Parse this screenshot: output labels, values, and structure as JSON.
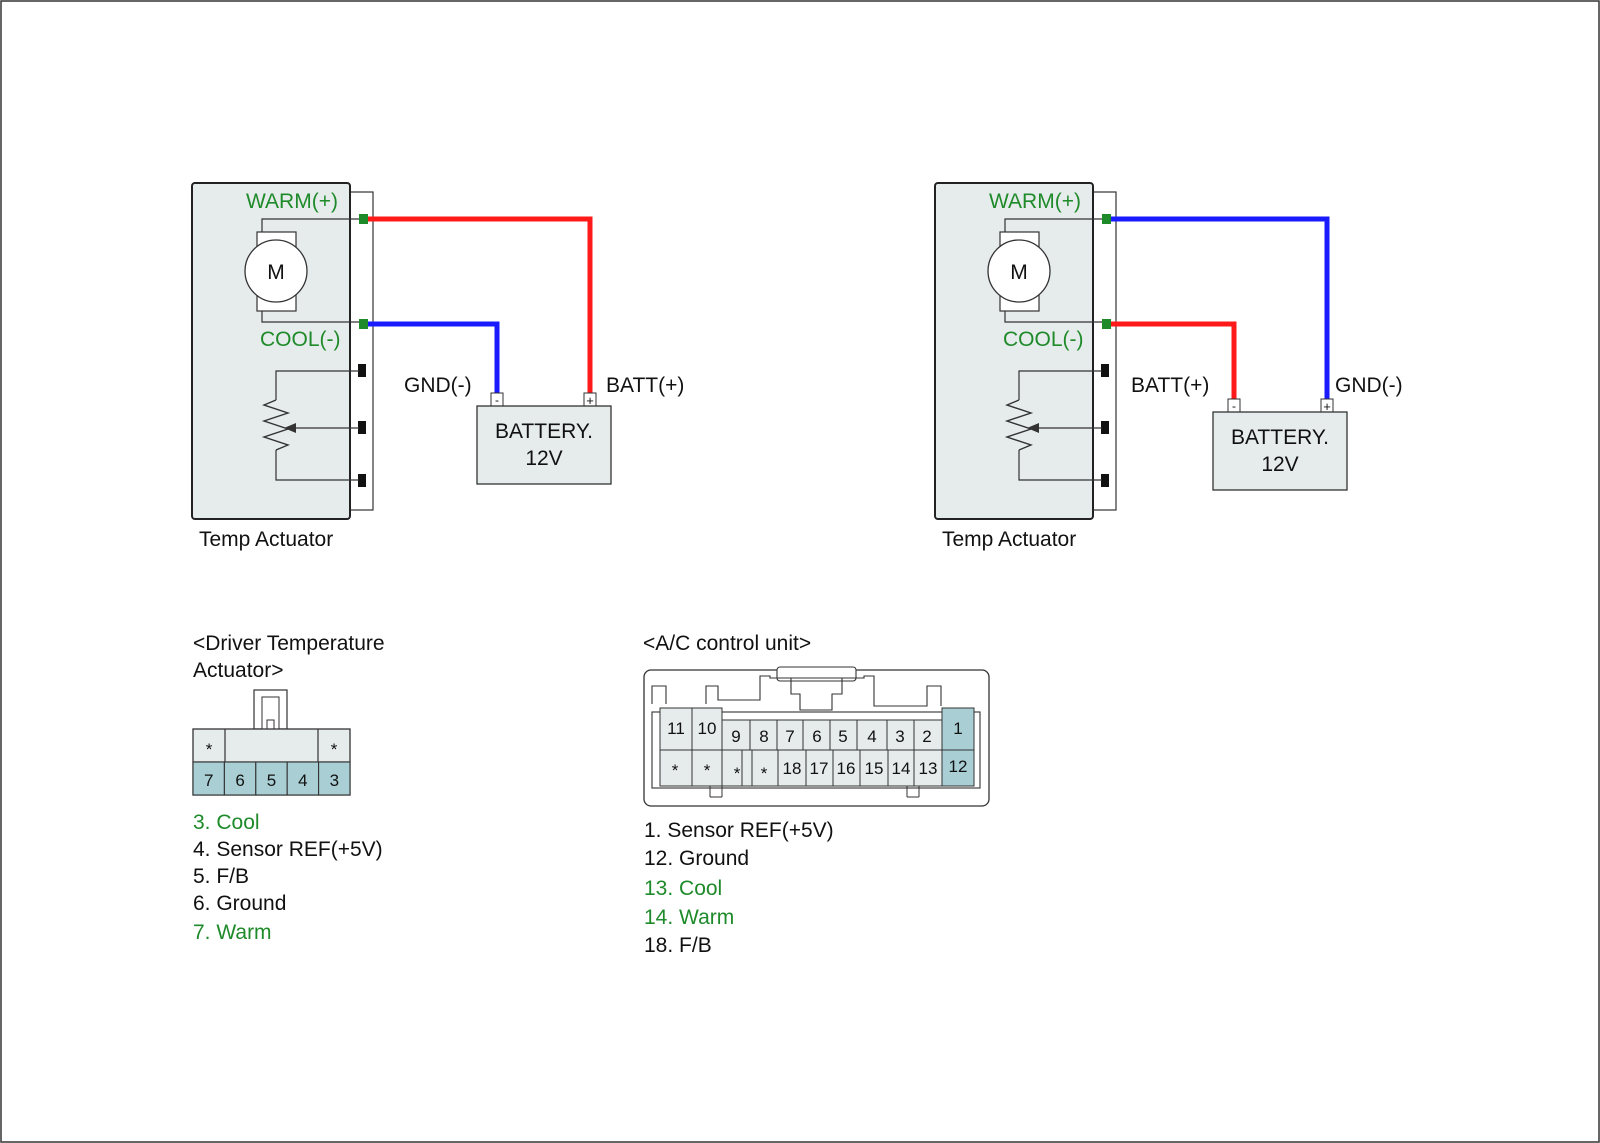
{
  "colors": {
    "positive_wire": "#ff1a1a",
    "negative_wire": "#1a1aff",
    "terminal_green": "#1f8a2a",
    "label_green": "#1f8a2a",
    "actuator_fill": "#e6ecec",
    "highlight_pin": "#a9cfd5"
  },
  "icons": {
    "motor": "motor-circle-M-icon",
    "potentiometer": "potentiometer-zigzag-icon",
    "battery": "battery-box-icon"
  },
  "left_circuit": {
    "warm_label": "WARM(+)",
    "cool_label": "COOL(-)",
    "motor_symbol": "M",
    "gnd_label": "GND(-)",
    "batt_label": "BATT(+)",
    "battery_line1": "BATTERY.",
    "battery_line2": "12V",
    "batt_neg_mark": "-",
    "batt_pos_mark": "+",
    "caption": "Temp Actuator"
  },
  "right_circuit": {
    "warm_label": "WARM(+)",
    "cool_label": "COOL(-)",
    "motor_symbol": "M",
    "batt_label": "BATT(+)",
    "gnd_label": "GND(-)",
    "battery_line1": "BATTERY.",
    "battery_line2": "12V",
    "batt_neg_mark": "-",
    "batt_pos_mark": "+",
    "caption": "Temp Actuator"
  },
  "driver_connector": {
    "title_line1": "<Driver Temperature",
    "title_line2": "Actuator>",
    "top_row": [
      "*",
      "",
      "",
      "",
      "*"
    ],
    "bottom_row": [
      "7",
      "6",
      "5",
      "4",
      "3"
    ],
    "legend": [
      {
        "text": "3. Cool",
        "highlight": true
      },
      {
        "text": "4. Sensor REF(+5V)",
        "highlight": false
      },
      {
        "text": "5. F/B",
        "highlight": false
      },
      {
        "text": "6. Ground",
        "highlight": false
      },
      {
        "text": "7. Warm",
        "highlight": true
      }
    ]
  },
  "ac_connector": {
    "title": "<A/C control unit>",
    "top_row": [
      "11",
      "10",
      "9",
      "8",
      "7",
      "6",
      "5",
      "4",
      "3",
      "2",
      "1"
    ],
    "bottom_row": [
      "*",
      "*",
      "*",
      "*",
      "18",
      "17",
      "16",
      "15",
      "14",
      "13",
      "12"
    ],
    "legend": [
      {
        "text": "1. Sensor REF(+5V)",
        "highlight": false
      },
      {
        "text": "12. Ground",
        "highlight": false
      },
      {
        "text": "13. Cool",
        "highlight": true
      },
      {
        "text": "14. Warm",
        "highlight": true
      },
      {
        "text": "18. F/B",
        "highlight": false
      }
    ]
  }
}
